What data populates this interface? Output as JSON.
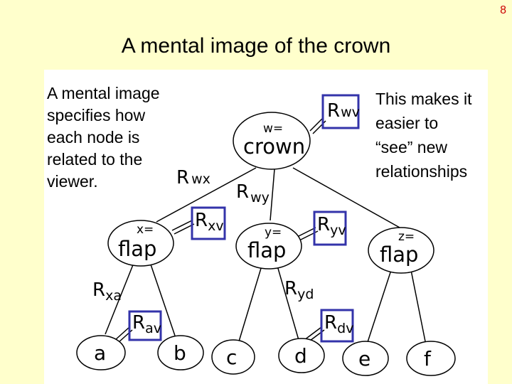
{
  "slide_number": "8",
  "title": "A mental image of the crown",
  "left_text": "A mental image\nspecifies how\neach node is\nrelated to the\nviewer.",
  "right_text": "This makes it\neasier to\n“see” new\nrelationships",
  "colors": {
    "background": "#ffffcc",
    "box": "#3333aa",
    "slide_number": "#cc0000"
  },
  "nodes": {
    "crown": {
      "var": "w=",
      "label": "crown"
    },
    "flap_x": {
      "var": "x=",
      "label": "flap"
    },
    "flap_y": {
      "var": "y=",
      "label": "flap"
    },
    "flap_z": {
      "var": "z=",
      "label": "flap"
    }
  },
  "relations": {
    "wx": {
      "main": "R",
      "sub": "wx"
    },
    "wy": {
      "main": "R",
      "sub": "wy"
    },
    "xa": {
      "main": "R",
      "sub": "xa"
    },
    "yd": {
      "main": "R",
      "sub": "yd"
    }
  },
  "boxed_relations": {
    "wv": {
      "main": "R",
      "sub": "wv"
    },
    "xv": {
      "main": "R",
      "sub": "xv"
    },
    "yv": {
      "main": "R",
      "sub": "yv"
    },
    "av": {
      "main": "R",
      "sub": "av"
    },
    "dv": {
      "main": "R",
      "sub": "dv"
    }
  },
  "leaves": [
    "a",
    "b",
    "c",
    "d",
    "e",
    "f"
  ]
}
